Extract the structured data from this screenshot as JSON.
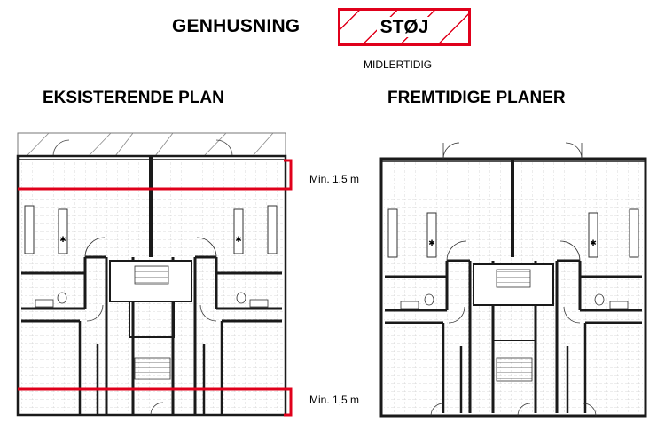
{
  "header": {
    "title": "GENHUSNING",
    "noise_label": "STØJ",
    "temporary_label": "MIDLERTIDIG"
  },
  "plans": {
    "existing_title": "EKSISTERENDE PLAN",
    "future_title": "FREMTIDIGE PLANER"
  },
  "dimensions": {
    "top_label": "Min. 1,5 m",
    "bottom_label": "Min. 1,5 m"
  },
  "colors": {
    "accent_red": "#e0001b",
    "wall": "#1a1a1a",
    "grid": "#c8c8c8"
  }
}
